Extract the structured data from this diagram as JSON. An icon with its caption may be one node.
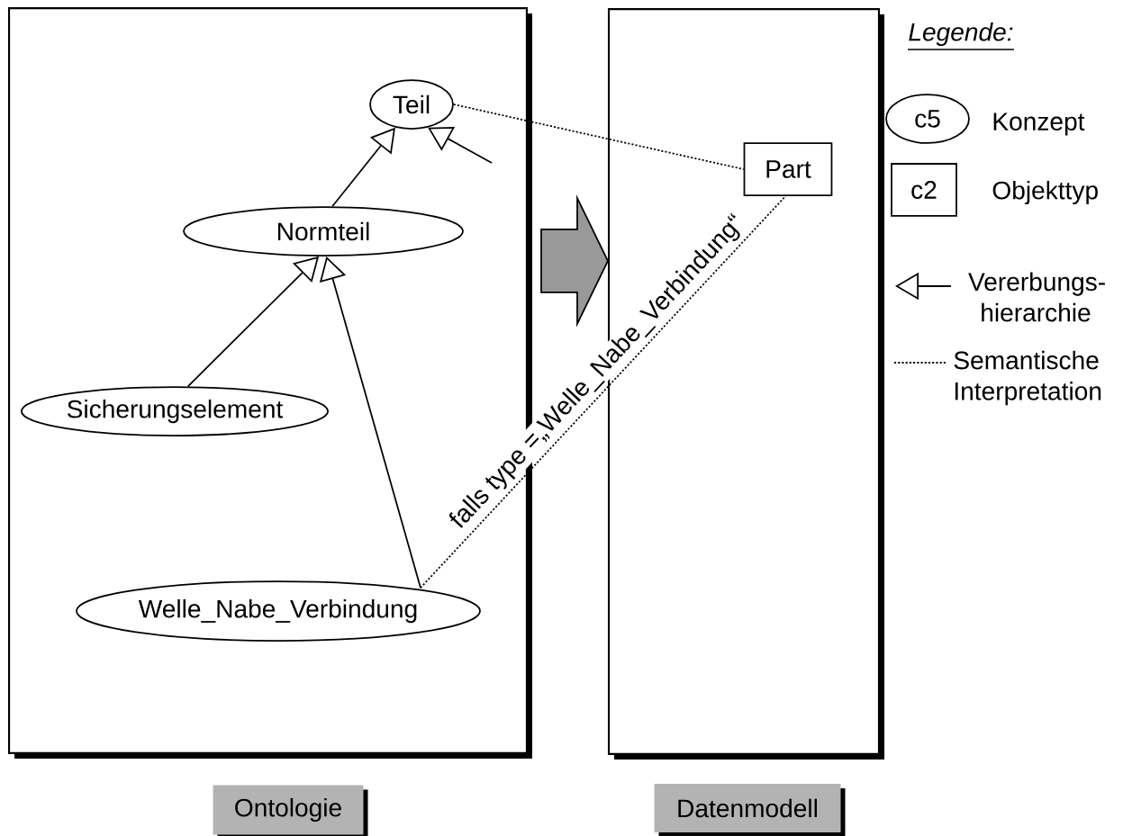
{
  "diagram": {
    "nodes": [
      {
        "text": [],
        "shape": "box"
      },
      {
        "text": [
          "Teil"
        ],
        "in": 0
      },
      {
        "text": [
          "Normteil"
        ],
        "in": 0
      },
      {
        "text": [
          "Sicherungselement"
        ],
        "in": 0
      },
      {
        "text": [
          "Welle_Nabe_Verbindung"
        ],
        "in": 0
      },
      {
        "text": [],
        "shape": "box"
      },
      {
        "text": [
          "Part"
        ],
        "in": 5
      },
      {
        "text": [
          "Ontologie"
        ]
      },
      {
        "text": [
          "Datenmodell"
        ]
      }
    ],
    "edges": [
      {
        "from": 2,
        "to": 1,
        "arrow": "to"
      },
      {
        "from": 3,
        "to": 2,
        "arrow": "to"
      },
      {
        "from": 4,
        "to": 2,
        "arrow": "to"
      },
      {
        "from": null,
        "to": 1,
        "arrow": "to"
      },
      {
        "from": 1,
        "to": 6,
        "arrow": "none",
        "style": "dashed"
      },
      {
        "from": 4,
        "to": 6,
        "arrow": "none",
        "style": "dashed",
        "label": "falls type =„Welle_Nabe_Verbindung“"
      },
      {
        "from": 0,
        "to": 5,
        "arrow": "to",
        "style": "thick",
        "color": "#999999"
      }
    ],
    "labels": [
      "Legende:",
      "c5",
      "c2"
    ],
    "legend": [
      {
        "text": "Konzept"
      },
      {
        "text": "Objekttyp"
      },
      {
        "text": "Vererbungs- hierarchie"
      },
      {
        "text": "Semantische Interpretation"
      }
    ]
  }
}
